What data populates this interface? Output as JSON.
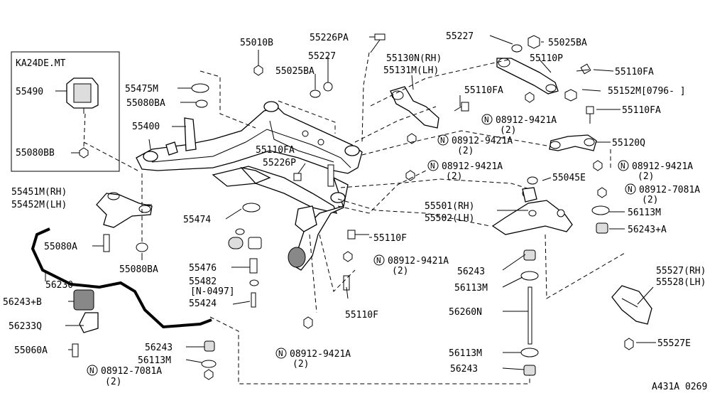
{
  "diagram": {
    "footer_code": "A431A 0269",
    "inset_title": "KA24DE.MT",
    "n_mark": "N",
    "labels": {
      "p55490": "55490",
      "p55080bb": "55080BB",
      "p55010b": "55010B",
      "p55226pa": "55226PA",
      "p55227a": "55227",
      "p55227b": "55227",
      "p55025ba_a": "55025BA",
      "p55025ba_b": "55025BA",
      "p55130n": "55130N(RH)",
      "p55131m": "55131M(LH)",
      "p55110p": "55110P",
      "p55110fa_a": "55110FA",
      "p55110fa_b": "55110FA",
      "p55110fa_c": "55110FA",
      "p55110fa_d": "55110FA",
      "p55152m": "55152M[0796-   ]",
      "p55475m": "55475M",
      "p55080ba_a": "55080BA",
      "p55400": "55400",
      "p55226p": "55226P",
      "p55120q": "55120Q",
      "p55045e": "55045E",
      "p55451m": "55451M(RH)",
      "p55452m": "55452M(LH)",
      "p55474": "55474",
      "p55501": "55501(RH)",
      "p55502": "55502(LH)",
      "p56113m_a": "56113M",
      "p56243a": "56243+A",
      "p55110f_a": "55110F",
      "p55080a": "55080A",
      "p55080ba_b": "55080BA",
      "p55476": "55476",
      "p56243_a": "56243",
      "p56113m_b": "56113M",
      "p55482": "55482",
      "p55482_note": "[N-0497]",
      "p56230": "56230",
      "p55424": "55424",
      "p55110f_b": "55110F",
      "p55527": "55527(RH)",
      "p55528": "55528(LH)",
      "p56243b": "56243+B",
      "p56260n": "56260N",
      "p56233q": "56233Q",
      "p55060a": "55060A",
      "p56243_b": "56243",
      "p56113m_c": "56113M",
      "p56113m_d": "56113M",
      "p55527e": "55527E",
      "p56243_c": "56243"
    },
    "n_callouts": {
      "n1": "08912-9421A",
      "n1q": "(2)",
      "n2": "08912-9421A",
      "n2q": "(2)",
      "n3": "08912-9421A",
      "n3q": "(2)",
      "n4": "08912-9421A",
      "n4q": "(2)",
      "n5": "08912-7081A",
      "n5q": "(2)",
      "n6": "08912-9421A",
      "n6q": "(2)",
      "n7": "08912-9421A",
      "n7q": "(2)",
      "n8": "08912-7081A",
      "n8q": "(2)"
    }
  }
}
